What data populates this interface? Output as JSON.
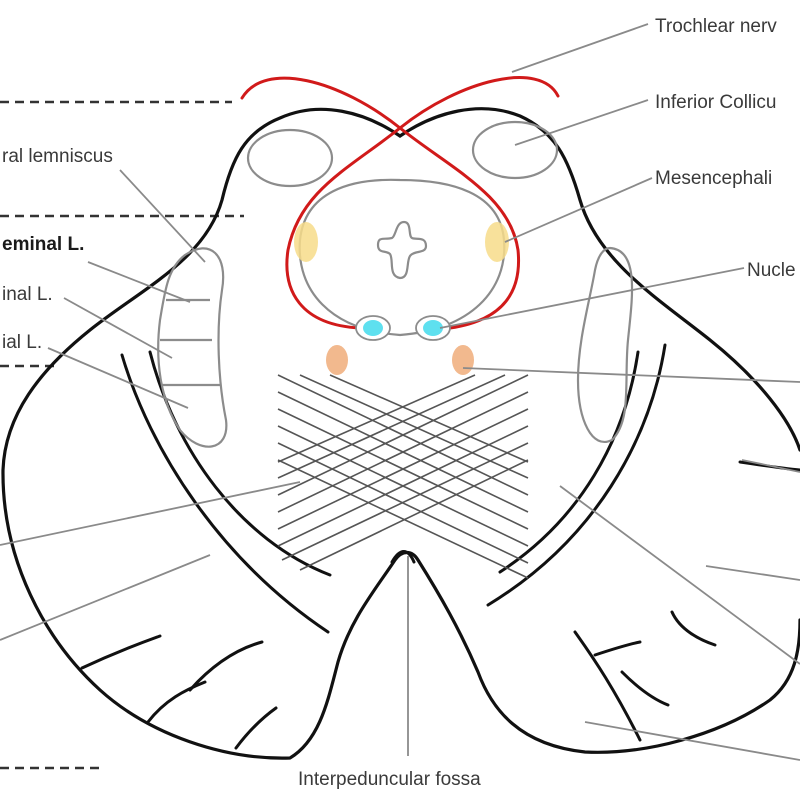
{
  "labels": {
    "trochlear_nerve": "Trochlear nerv",
    "inferior_colliculus": "Inferior Collicu",
    "mesencephalic": "Mesencephali",
    "nucleus": "Nucle",
    "lateral_lemniscus": "ral lemniscus",
    "trigeminal_l": "eminal L.",
    "spinal_l": "inal L.",
    "medial_l": "ial L.",
    "interpeduncular_fossa": "Interpeduncular fossa"
  },
  "colors": {
    "trochlear_nerve": "#d11a1a",
    "mesencephalic_nucleus": "#f7dc8a",
    "trochlear_nucleus": "#5ee0ef",
    "orange_nucleus": "#f2b98e"
  }
}
